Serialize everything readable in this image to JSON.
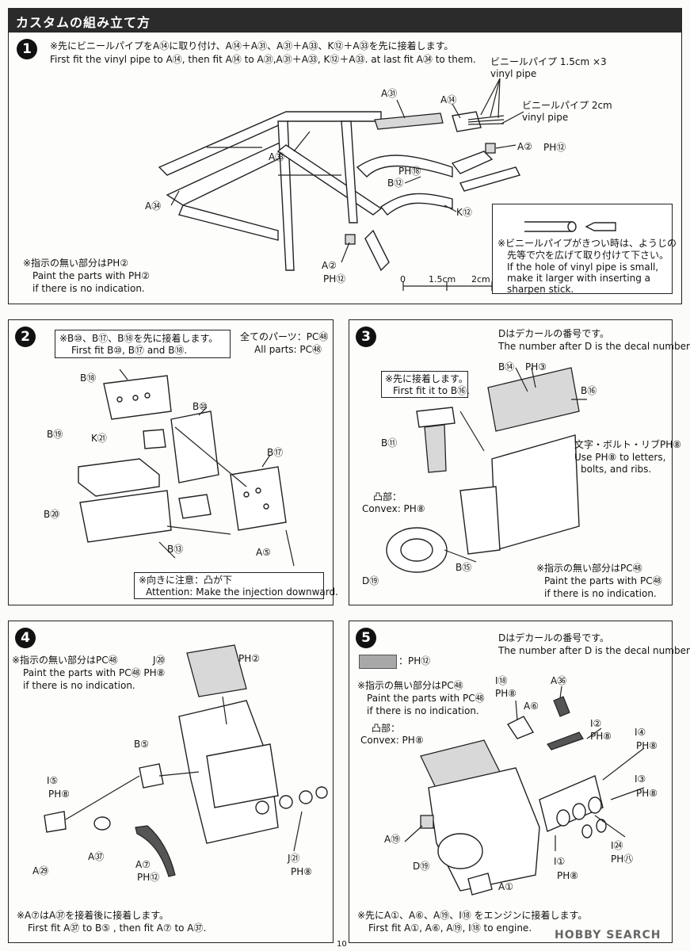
{
  "header": {
    "title": "カスタムの組み立て方"
  },
  "page_number": "10",
  "watermark": "HOBBY SEARCH",
  "step1": {
    "num": "1",
    "instr_jp": "※先にビニールパイプをA⑭に取り付け、A⑭＋A㉛、A㉛＋A㉝、K⑫＋A㉝を先に接着します。",
    "instr_en": "First fit the vinyl pipe to A⑭, then fit A⑭ to A㉛,A㉛＋A㉝, K⑫＋A㉝. at last fit A㉞ to them.",
    "pipe1_jp": "ビニールパイプ 1.5cm ×3",
    "pipe1_en": "vinyl pipe",
    "pipe2_jp": "ビニールパイプ 2cm",
    "pipe2_en": "vinyl pipe",
    "labels": {
      "a31": "A㉛",
      "a14": "A⑭",
      "a33": "A㉝",
      "a2_top": "A②",
      "ph12_top": "PH⑫",
      "ph18": "PH⑱",
      "b12": "B⑫",
      "k12": "K⑫",
      "a34": "A㉞",
      "a2_bottom": "A②",
      "ph12_bottom": "PH⑫"
    },
    "note_jp": "※指示の無い部分はPH②",
    "note_en1": "Paint the parts with PH②",
    "note_en2": "if there is no indication.",
    "scale": {
      "s0": "0",
      "s1": "1.5cm",
      "s2": "2cm"
    },
    "tip_jp1": "※ビニールパイプがきつい時は、ようじの",
    "tip_jp2": "先等で穴を広げて取り付けて下さい。",
    "tip_en1": "If the hole of vinyl pipe is small,",
    "tip_en2": "make it larger with inserting a",
    "tip_en3": "sharpen stick."
  },
  "step2": {
    "num": "2",
    "note_jp": "※B⑩、B⑰、B⑱を先に接着します。",
    "note_en": "First fit B⑩, B⑰ and B⑱.",
    "all_parts_jp": "全てのパーツ：PC㊽",
    "all_parts_en": "All parts: PC㊽",
    "labels": {
      "b18": "B⑱",
      "b10": "B⑩",
      "b19": "B⑲",
      "k21": "K㉑",
      "b17": "B⑰",
      "b20": "B⑳",
      "b13": "B⑬",
      "a5": "A⑤"
    },
    "attn_jp": "※向きに注意：凸が下",
    "attn_en": "Attention: Make the injection downward."
  },
  "step3": {
    "num": "3",
    "decal_jp": "Dはデカールの番号です。",
    "decal_en": "The number after D is the decal number.",
    "labels": {
      "b14": "B⑭",
      "ph3": "PH③",
      "b16": "B⑯",
      "b11": "B⑪",
      "d19": "D⑲",
      "b15": "B⑮"
    },
    "note_jp": "※先に接着します。",
    "note_en": "First fit it to B⑯.",
    "letters_jp": "文字・ボルト・リブPH⑧",
    "letters_en1": "Use PH⑧ to letters,",
    "letters_en2": "bolts, and ribs.",
    "convex_jp": "凸部：",
    "convex_en": "Convex: PH⑧",
    "paint_jp": "※指示の無い部分はPC㊽",
    "paint_en1": "Paint the parts with PC㊽",
    "paint_en2": "if there is no indication."
  },
  "step4": {
    "num": "4",
    "paint_jp": "※指示の無い部分はPC㊽",
    "paint_en1": "Paint the parts with PC㊽ PH⑧",
    "paint_en2": "if there is no indication.",
    "labels": {
      "j20": "J⑳",
      "ph2": "PH②",
      "b5": "B⑤",
      "i5": "I⑤",
      "ph8a": "PH⑧",
      "a29": "A㉙",
      "a37": "A㊲",
      "a7": "A⑦",
      "ph12": "PH⑫",
      "j21": "J㉑",
      "ph8b": "PH⑧"
    },
    "note_jp": "※A⑦はA㊲を接着後に接着します。",
    "note_en": "First fit A㊲ to B⑤ , then fit A⑦ to A㊲."
  },
  "step5": {
    "num": "5",
    "decal_jp": "Dはデカールの番号です。",
    "decal_en": "The number after D is the decal number.",
    "swatch_label": "：PH⑫",
    "paint_jp": "※指示の無い部分はPC㊽",
    "paint_en1": "Paint the parts with PC㊽",
    "paint_en2": "if there is no indication.",
    "convex_jp": "凸部：",
    "convex_en": "Convex: PH⑧",
    "labels": {
      "i18": "I⑱",
      "ph8_i18": "PH⑧",
      "a36": "A㊱",
      "a6": "A⑥",
      "i2": "I②",
      "ph8_i2": "PH⑧",
      "i4": "I④",
      "ph8_i4": "PH⑧",
      "i3": "I③",
      "ph8_i3": "PH⑧",
      "a19": "A⑲",
      "d19": "D⑲",
      "i1": "I①",
      "ph8_i1": "PH⑧",
      "i24": "I㉔",
      "ph87": "PH㊇",
      "a1": "A①"
    },
    "note_jp": "※先にA①、A⑥、A⑲、I⑱ をエンジンに接着します。",
    "note_en": "First fit A①, A⑥, A⑲, I⑱ to engine."
  },
  "colors": {
    "header_bg": "#2b2b2b",
    "border": "#222222",
    "swatch": "#a8a8a8"
  }
}
